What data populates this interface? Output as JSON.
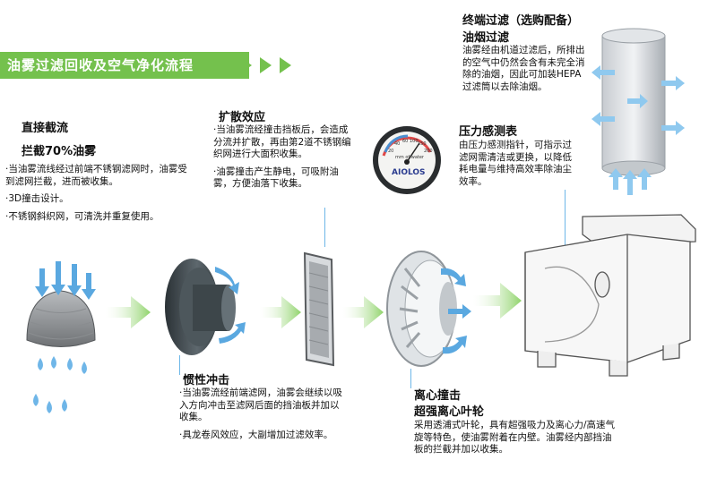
{
  "banner": {
    "title": "油雾过滤回收及空气净化流程"
  },
  "stage1": {
    "title": "直接截流",
    "subtitle": "拦截70%油雾",
    "bullets": [
      "·当油雾流线经过前端不锈钢滤网时，油雾受到滤网拦截，进而被收集。",
      "·3D撞击设计。",
      "·不锈钢斜织网，可清洗并重复使用。"
    ]
  },
  "stage2": {
    "title": "扩散效应",
    "bullets": [
      "·当油雾流经撞击挡板后，会造成分流并扩散，再由第2道不锈钢编织网进行大面积收集。",
      "·油雾撞击产生静电，可吸附油雾，方便油落下收集。"
    ]
  },
  "stage3": {
    "title": "惯性冲击",
    "bullets": [
      "·当油雾流经前端滤网，油雾会继续以吸入方向冲击至滤网后面的挡油板并加以收集。",
      "·具龙卷风效应，大副增加过滤效率。"
    ]
  },
  "stage4": {
    "title": "离心撞击",
    "subtitle": "超强离心叶轮",
    "text": "采用透浦式叶轮，具有超强吸力及离心力/高速气旋等特色，使油雾附着在内壁。油雾经内部挡油板的拦截并加以收集。"
  },
  "gauge": {
    "title": "压力感测表",
    "text": "由压力感测指针，可指示过滤网需清洁或更换，以降低耗电量与维持高效率除油尘效率。",
    "brand": "AIOLOS",
    "ticks": [
      "20",
      "40",
      "60",
      "100",
      "150",
      "200"
    ],
    "unit": "mm of water"
  },
  "terminal": {
    "title": "终端过滤（选购配备）",
    "subtitle": "油烟过滤",
    "text": "油雾经由机道过滤后，所排出的空气中仍然会含有未完全消除的油烟，因此可加装HEPA过滤筒以去除油烟。"
  },
  "colors": {
    "green": "#74c14d",
    "blue": "#5aa8e0",
    "arrowGreen": "#9fd77f"
  }
}
